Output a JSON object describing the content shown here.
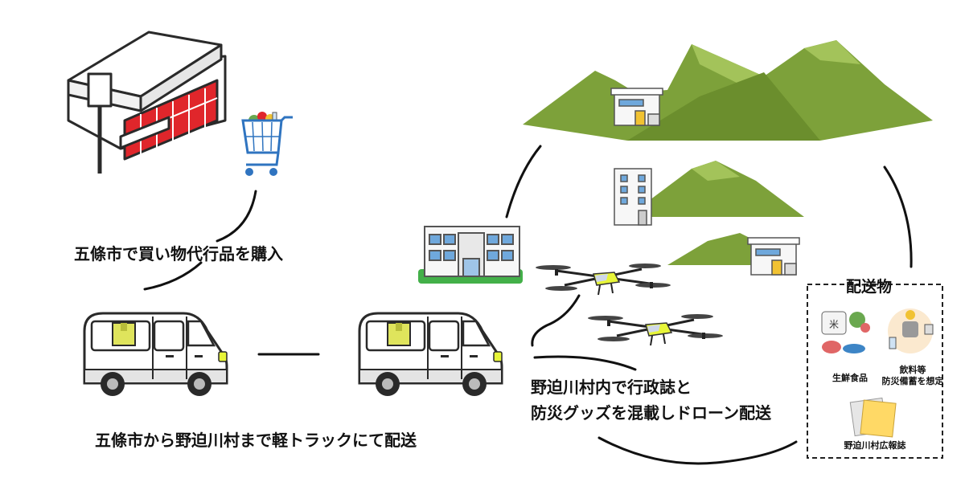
{
  "labels": {
    "purchase": "五條市で買い物代行品を購入",
    "truck": "五條市から野迫川村まで軽トラックにて配送",
    "drone_line1": "野迫川村内で行政誌と",
    "drone_line2": "防災グッズを混載しドローン配送"
  },
  "delivery_box": {
    "title": "配送物",
    "items": [
      {
        "label": "生鮮食品"
      },
      {
        "label_line1": "飲料等",
        "label_line2": "防災備蓄を想定"
      },
      {
        "label": "野迫川村広報誌"
      }
    ]
  },
  "colors": {
    "mountain": "#7da13a",
    "store_red": "#e0262b",
    "cart_blue": "#2f74c0",
    "drone_accent": "#e7f538",
    "package": "#dfe45c"
  }
}
